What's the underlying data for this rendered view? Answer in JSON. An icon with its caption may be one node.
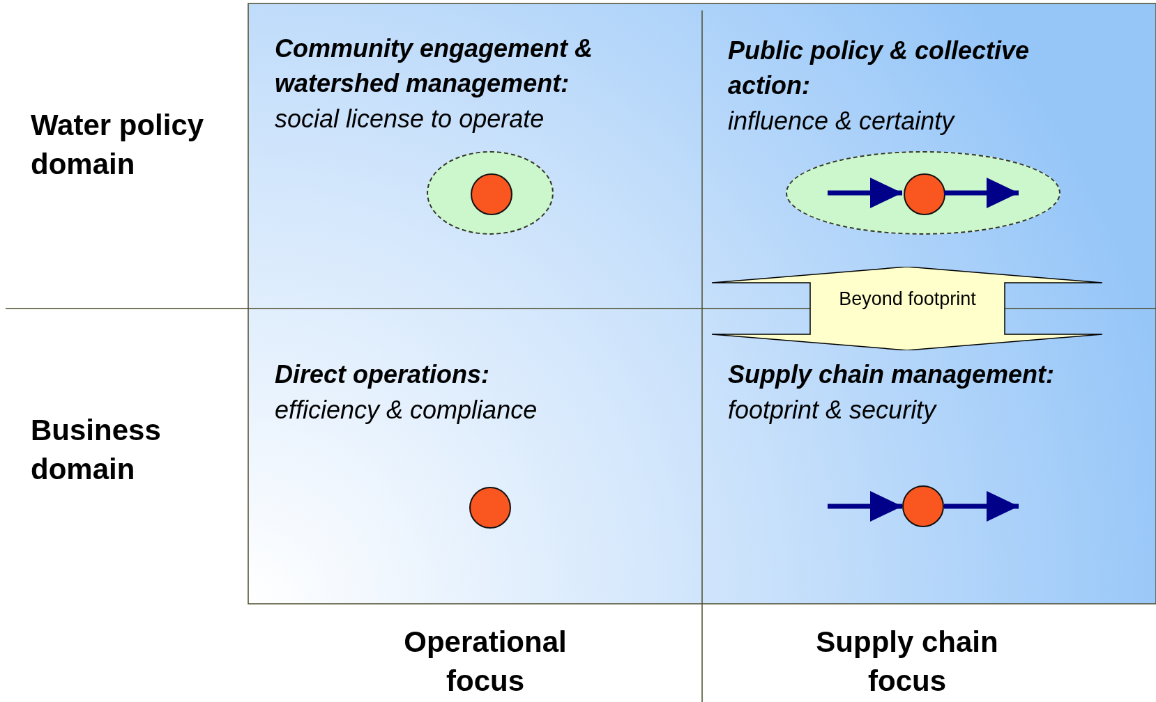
{
  "diagram": {
    "nodes": [
      {
        "text": [
          "Community engagement & watershed management:",
          "social license to operate"
        ]
      },
      {
        "text": [
          "Public policy & collective action:",
          "influence & certainty"
        ]
      },
      {
        "text": [
          "Direct operations:",
          "efficiency & compliance"
        ]
      },
      {
        "text": [
          "Supply chain management:",
          "footprint & security"
        ]
      },
      {
        "text": [
          "Beyond footprint"
        ]
      },
      {
        "text": [],
        "shape": "ellipse",
        "in": 0
      },
      {
        "text": [],
        "shape": "circle",
        "in": 5
      },
      {
        "text": [],
        "shape": "ellipse",
        "in": 1
      },
      {
        "text": [],
        "shape": "circle",
        "in": 7
      },
      {
        "text": [],
        "shape": "circle",
        "in": 2
      },
      {
        "text": [],
        "shape": "circle",
        "in": 3
      }
    ],
    "edges": [
      {
        "from": null,
        "to": 8,
        "arrow": "to"
      },
      {
        "from": 8,
        "to": null,
        "arrow": "to"
      },
      {
        "from": null,
        "to": 10,
        "arrow": "to"
      },
      {
        "from": 10,
        "to": null,
        "arrow": "to"
      }
    ],
    "labels": [
      "Water policy domain",
      "Business domain",
      "Operational focus",
      "Supply chain focus"
    ]
  }
}
